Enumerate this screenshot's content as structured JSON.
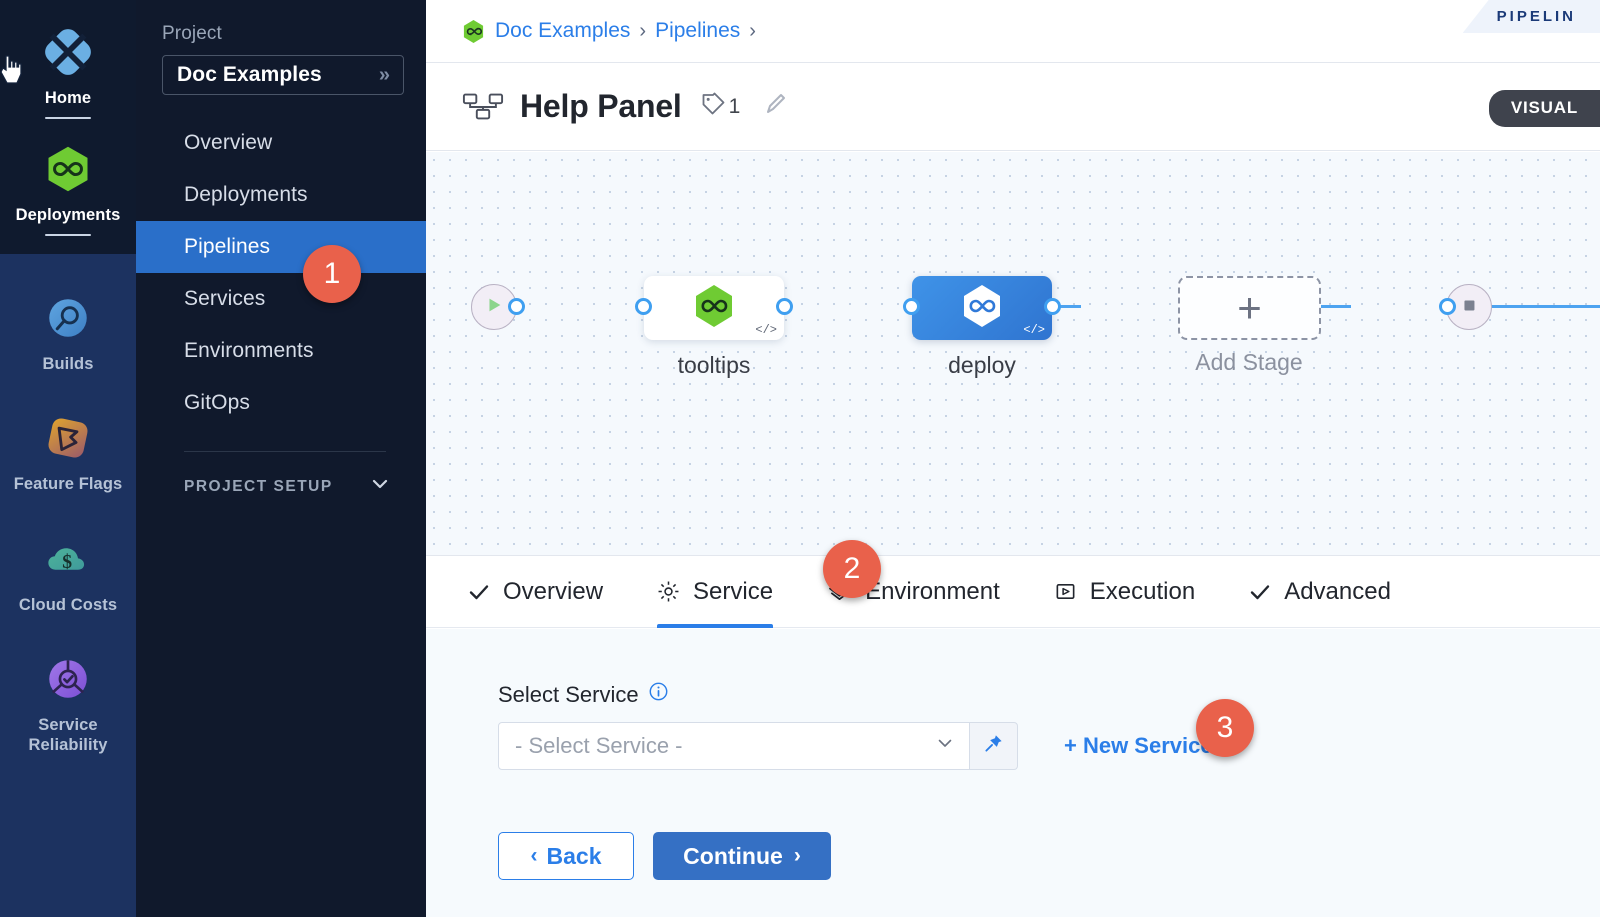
{
  "colors": {
    "accent": "#2b7ee8",
    "badge": "#e9614b",
    "rail_top_bg": "#0f1a2e",
    "rail_bg": "#1c3260",
    "project_bg": "#10192c",
    "active_nav": "#2a6fc9",
    "canvas_bg": "#f5f9fd",
    "panel_bg": "#f6fafd",
    "node_green": "#66c62d",
    "node_blue": "#3f93e8"
  },
  "rail": {
    "top_items": [
      {
        "label": "Home",
        "icon": "home-diamond-icon",
        "active": true,
        "underline": true
      },
      {
        "label": "Deployments",
        "icon": "deployments-hexagon-icon",
        "active": true,
        "underline": true
      }
    ],
    "bottom_items": [
      {
        "label": "Builds",
        "icon": "builds-icon",
        "active": false
      },
      {
        "label": "Feature Flags",
        "icon": "feature-flags-icon",
        "active": false
      },
      {
        "label": "Cloud Costs",
        "icon": "cloud-costs-icon",
        "active": false
      },
      {
        "label": "Service Reliability",
        "icon": "service-reliability-icon",
        "active": false
      }
    ]
  },
  "sidebar": {
    "heading": "Project",
    "project_name": "Doc Examples",
    "expand_icon": "double-chevron-right-icon",
    "items": [
      {
        "label": "Overview",
        "active": false
      },
      {
        "label": "Deployments",
        "active": false
      },
      {
        "label": "Pipelines",
        "active": true
      },
      {
        "label": "Services",
        "active": false
      },
      {
        "label": "Environments",
        "active": false
      },
      {
        "label": "GitOps",
        "active": false
      }
    ],
    "setup_label": "PROJECT SETUP",
    "setup_chevron": "chevron-down-icon"
  },
  "header": {
    "breadcrumb": [
      {
        "label": "Doc Examples",
        "icon": "project-hexagon-icon"
      },
      {
        "label": "Pipelines",
        "icon": null
      }
    ],
    "breadcrumb_separator": "›",
    "ribbon_label": "PIPELIN",
    "title": "Help Panel",
    "title_icon": "pipeline-nodes-icon",
    "tag_icon": "tag-icon",
    "tag_count": "1",
    "edit_icon": "pencil-icon",
    "mode_badge": "VISUAL"
  },
  "canvas": {
    "start_icon": "play-icon",
    "end_icon": "stop-icon",
    "stages": [
      {
        "name": "tooltips",
        "type": "white",
        "icon": "deployments-hexagon-icon",
        "code_badge": "</>"
      },
      {
        "name": "deploy",
        "type": "blue",
        "icon": "deployments-hexagon-white-icon",
        "code_badge": "</>"
      }
    ],
    "add_stage_label": "Add Stage",
    "add_stage_icon": "plus-icon"
  },
  "tabs": [
    {
      "label": "Overview",
      "icon": "check-icon",
      "active": false
    },
    {
      "label": "Service",
      "icon": "gear-icon",
      "active": true
    },
    {
      "label": "Environment",
      "icon": "layers-diamond-icon",
      "active": false
    },
    {
      "label": "Execution",
      "icon": "run-icon",
      "active": false
    },
    {
      "label": "Advanced",
      "icon": "check-icon",
      "active": false
    }
  ],
  "form": {
    "field_label": "Select Service",
    "info_icon": "info-icon",
    "select_placeholder": "- Select Service -",
    "select_caret": "chevron-down-icon",
    "pin_icon": "pin-icon",
    "new_service_label": "+ New Service",
    "back_label": "Back",
    "back_chevron": "‹",
    "continue_label": "Continue",
    "continue_chevron": "›"
  },
  "step_badges": [
    {
      "number": "1"
    },
    {
      "number": "2"
    },
    {
      "number": "3"
    }
  ]
}
